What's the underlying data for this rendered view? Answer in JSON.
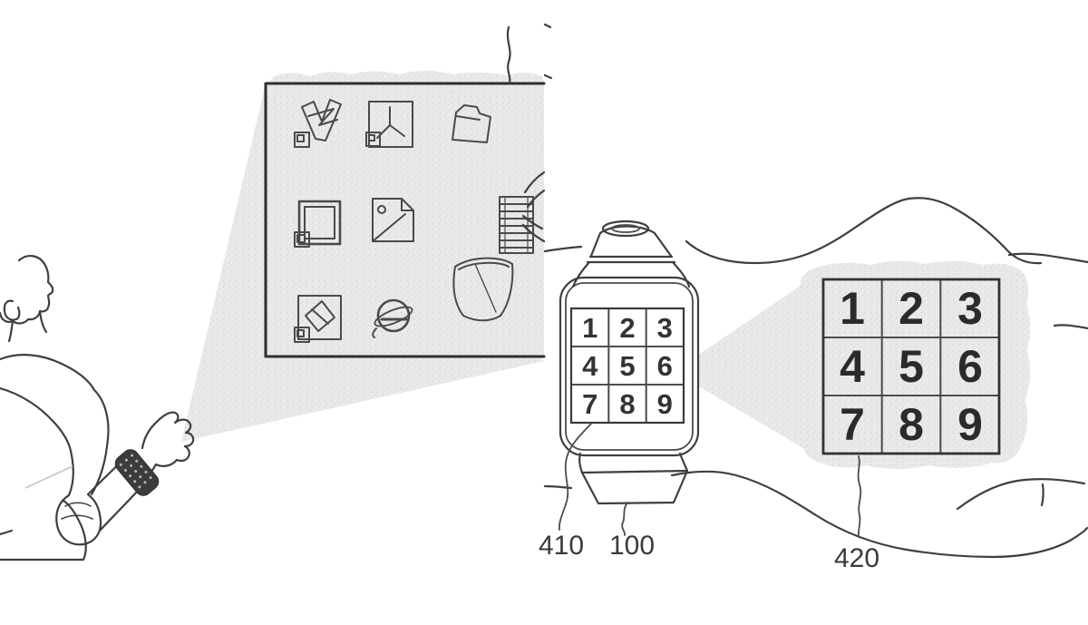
{
  "watch_keypad": {
    "keys": [
      "1",
      "2",
      "3",
      "4",
      "5",
      "6",
      "7",
      "8",
      "9"
    ]
  },
  "projected_keypad": {
    "keys": [
      "1",
      "2",
      "3",
      "4",
      "5",
      "6",
      "7",
      "8",
      "9"
    ]
  },
  "ref_labels": {
    "display_region": "410",
    "watch_device": "100",
    "projected_region": "420"
  },
  "projected_screen_icons": [
    "v3-logo-icon",
    "player-app-icon",
    "folder-icon",
    "window-app-icon",
    "image-file-icon",
    "paper-stack-icon",
    "photo-viewer-icon",
    "browser-e-icon",
    "trash-bin-icon"
  ],
  "colors": {
    "line": "#3f3f3f",
    "beam_fill": "#eaeaea",
    "beam_dot": "#d5d5d5",
    "keypad_digit": "#2b2b2b",
    "label_text": "#3a3a3a",
    "watch_band_fill": "#3c3c3c"
  }
}
